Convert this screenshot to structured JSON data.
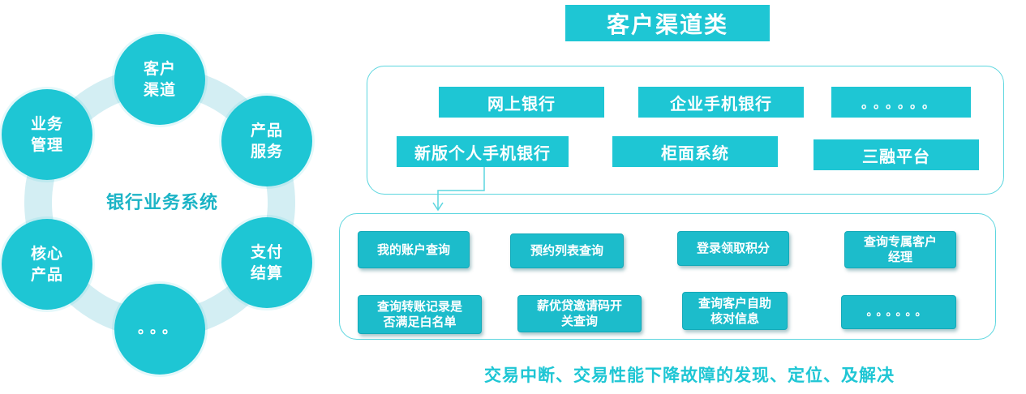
{
  "ring": {
    "center_label": "银行业务系统",
    "nodes": [
      "客户\n渠道",
      "产品\n服务",
      "支付\n结算",
      "。。。",
      "核心\n产品",
      "业务\n管理"
    ]
  },
  "title": "客户渠道类",
  "channels": [
    "网上银行",
    "企业手机银行",
    "。。。。。。",
    "新版个人手机银行",
    "柜面系统",
    "三融平台"
  ],
  "functions": [
    "我的账户查询",
    "预约列表查询",
    "登录领取积分",
    "查询专属客户\n经理",
    "查询转账记录是\n否满足白名单",
    "薪优贷邀请码开\n关查询",
    "查询客户自助\n核对信息",
    "。。。。。。"
  ],
  "footer": "交易中断、交易性能下降故障的发现、定位、及解决",
  "colors": {
    "accent": "#1ec6d4",
    "ring_band": "#d3eef3",
    "panel_border": "#5cd6df"
  }
}
